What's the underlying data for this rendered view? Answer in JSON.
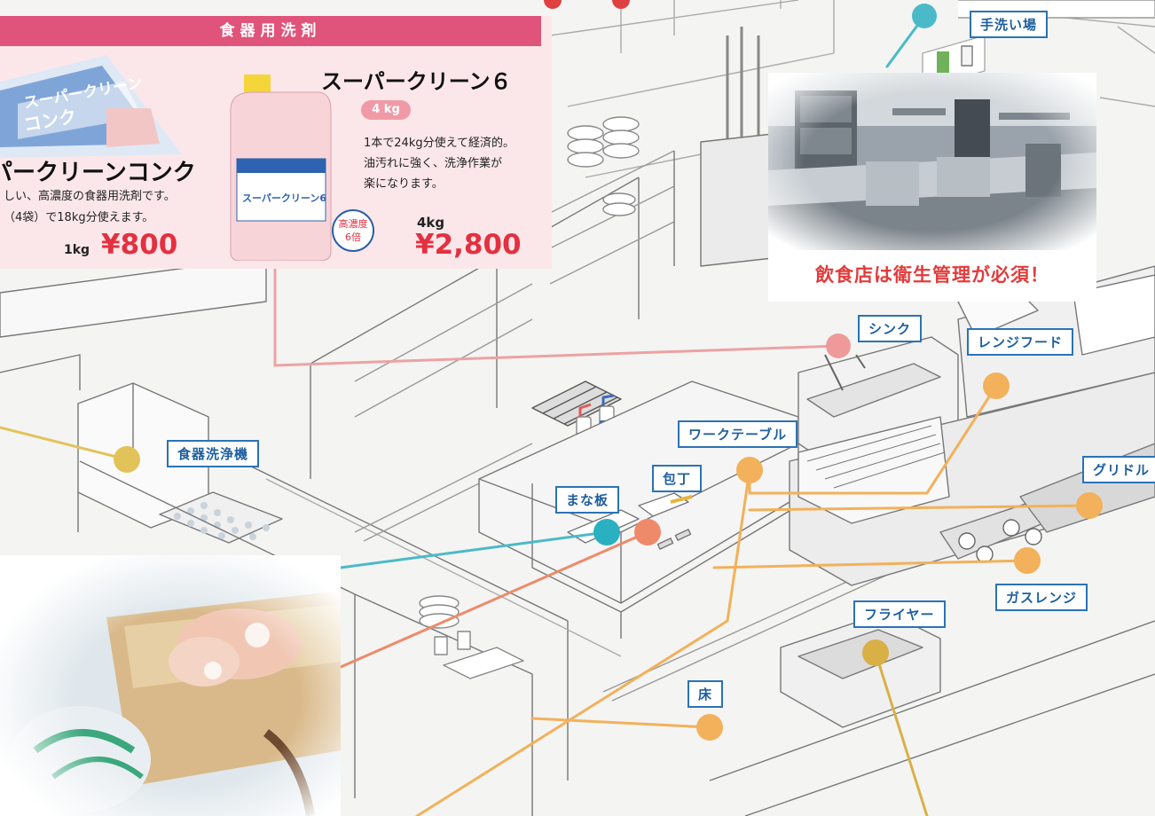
{
  "card": {
    "header": "食器用洗剤",
    "product1": {
      "name": "パークリーンコンク",
      "pack_text": "スーパークリーン\nコンク",
      "desc1": "しい、高濃度の食器用洗剤です。",
      "desc2": "（4袋）で18kg分使えます。",
      "unit": "1kg",
      "price": "¥800"
    },
    "product2": {
      "name": "スーパークリーン６",
      "badge": "4 kg",
      "desc1": "1本で24kg分使えて経済的。",
      "desc2": "油汚れに強く、洗浄作業が",
      "desc3": "楽になります。",
      "bottle_label": "スーパークリーン6",
      "concentration": "高濃度\n6倍",
      "unit": "4kg",
      "price": "¥2,800"
    }
  },
  "photo": {
    "caption": "飲食店は衛生管理が必須！"
  },
  "labels": {
    "handwash": "手洗い場",
    "sink": "シンク",
    "range_hood": "レンジフード",
    "dishwasher": "食器洗浄機",
    "work_table": "ワークテーブル",
    "knife": "包丁",
    "cutting_board": "まな板",
    "griddle": "グリドル",
    "gas_range": "ガスレンジ",
    "fryer": "フライヤー",
    "floor": "床"
  },
  "colors": {
    "header_pink": "#e0537a",
    "price_red": "#e4303f",
    "label_blue": "#2a73b6",
    "dot_yellow": "#e2b84a",
    "dot_orange": "#f2b15a",
    "dot_teal": "#2ab0c0",
    "dot_pink": "#ef9a9a",
    "dot_salmon": "#ee8a6a",
    "line_pink": "#eca2a2",
    "caption_red": "#e23b3b"
  }
}
